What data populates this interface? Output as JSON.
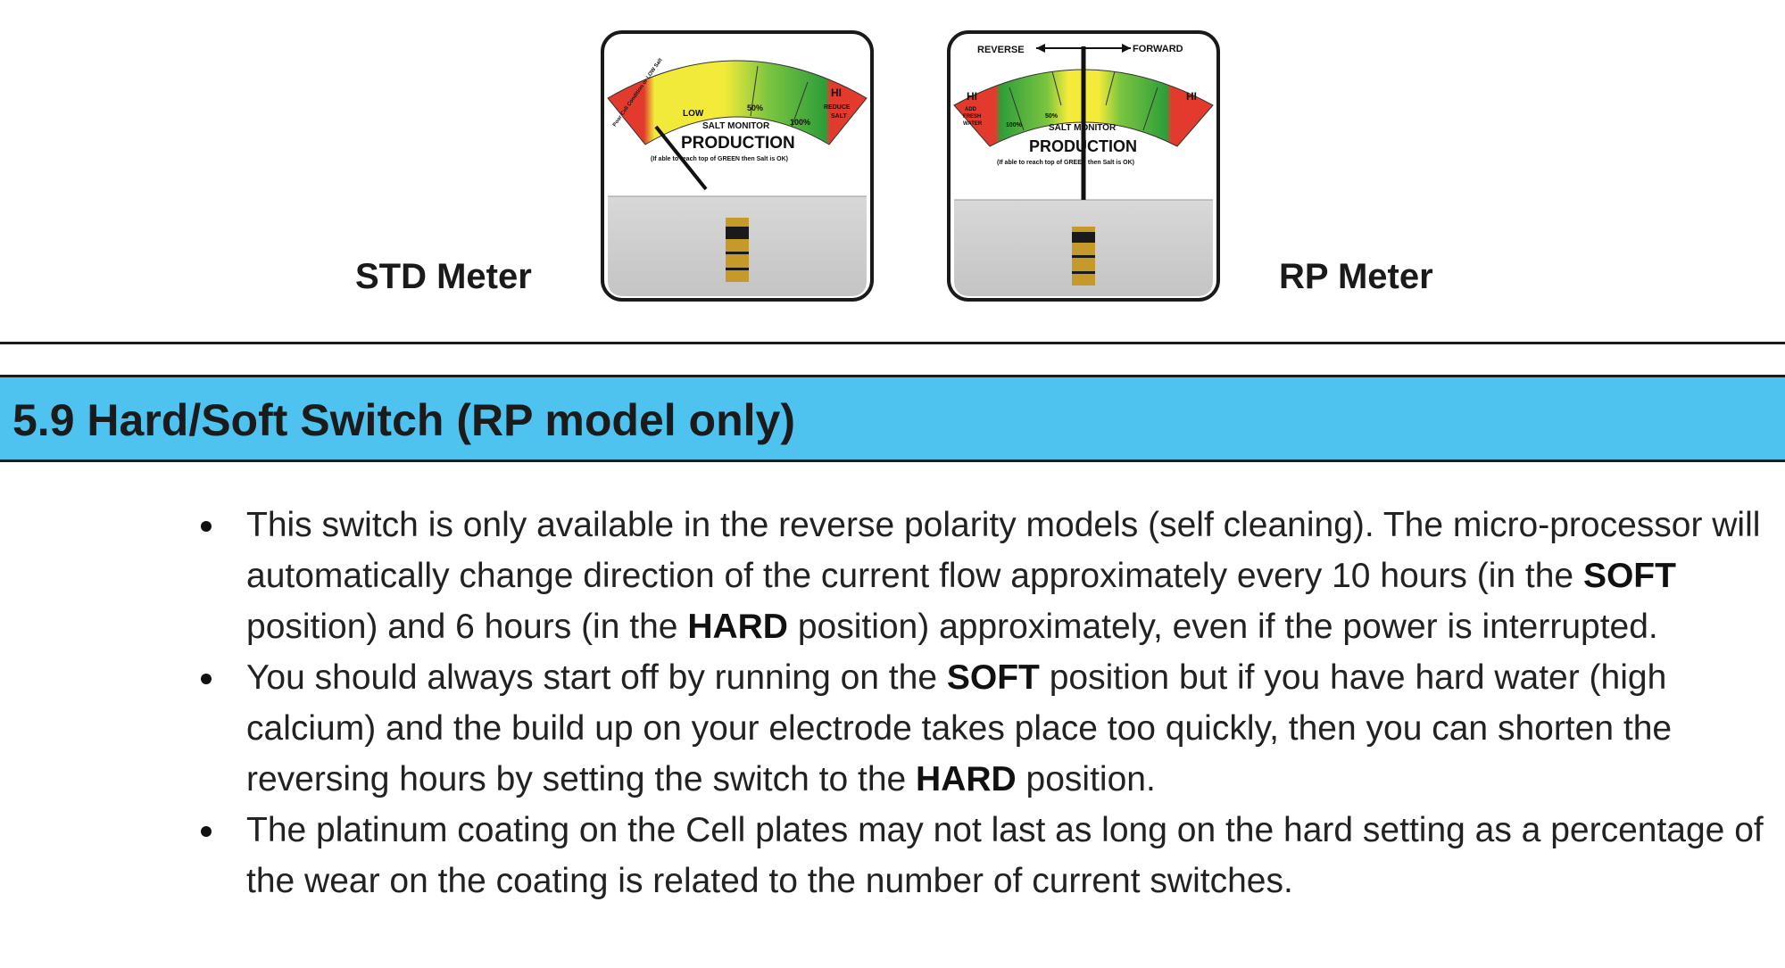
{
  "meters": {
    "std": {
      "caption": "STD Meter",
      "production": "PRODUCTION",
      "salt_monitor": "SALT MONITOR",
      "footnote": "(If able to reach top of GREEN then Salt is OK)",
      "low": "LOW",
      "pct50": "50%",
      "pct100": "100%",
      "hi": "HI",
      "reduce": "REDUCE",
      "salt": "SALT",
      "poor_cell": "Poor Cell Condition or LOW Salt"
    },
    "rp": {
      "caption": "RP Meter",
      "reverse": "REVERSE",
      "forward": "FORWARD",
      "production": "PRODUCTION",
      "salt_monitor": "SALT MONITOR",
      "footnote": "(If able to reach top of GREEN then Salt is OK)",
      "hi_left": "HI",
      "hi_right": "HI",
      "add": "ADD",
      "fresh": "FRESH",
      "water": "WATER",
      "pct100": "100%",
      "pct50": "50%"
    }
  },
  "section": {
    "title": "5.9 Hard/Soft Switch (RP model only)"
  },
  "bullets": [
    {
      "parts": [
        {
          "text": "This switch is only available in the reverse polarity models (self cleaning). The micro-processor will automatically change direction of the current flow approximately every 10 hours (in the ",
          "bold": false
        },
        {
          "text": "SOFT",
          "bold": true
        },
        {
          "text": " position) and 6 hours (in the ",
          "bold": false
        },
        {
          "text": "HARD",
          "bold": true
        },
        {
          "text": " position) approximately, even if the power is interrupted.",
          "bold": false
        }
      ]
    },
    {
      "parts": [
        {
          "text": "You should always start off by running on the ",
          "bold": false
        },
        {
          "text": "SOFT",
          "bold": true
        },
        {
          "text": " position but if you have hard water (high calcium) and the build up on your electrode takes place too quickly, then you can shorten the reversing hours by setting the switch to the ",
          "bold": false
        },
        {
          "text": "HARD",
          "bold": true
        },
        {
          "text": " position.",
          "bold": false
        }
      ]
    },
    {
      "parts": [
        {
          "text": "The platinum coating on the Cell plates may not last as long on the hard setting as a percentage of the wear on the coating is related to the number of current switches.",
          "bold": false
        }
      ]
    }
  ]
}
